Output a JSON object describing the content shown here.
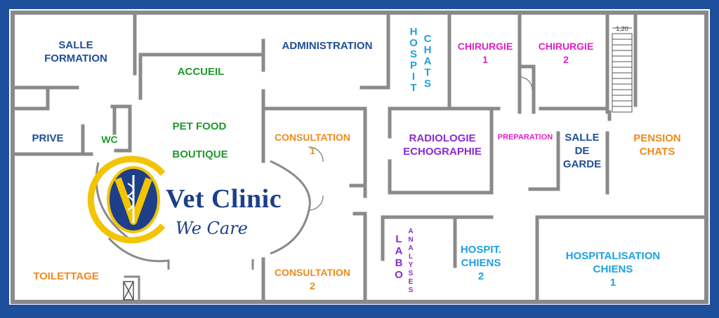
{
  "rooms": {
    "salle_formation": "SALLE\nFORMATION",
    "administration": "ADMINISTRATION",
    "hospit_chats_a": "H\nO\nS\nP\nI\nT",
    "hospit_chats_b": "C\nH\nA\nT\nS",
    "chirurgie_1": "CHIRURGIE\n1",
    "chirurgie_2": "CHIRURGIE\n2",
    "accueil": "ACCUEIL",
    "prive": "PRIVE",
    "wc": "WC",
    "pet_food": "PET FOOD",
    "boutique": "BOUTIQUE",
    "consultation_1": "CONSULTATION\n1",
    "radiologie": "RADIOLOGIE\nECHOGRAPHIE",
    "preparation": "PREPARATION",
    "salle_de_garde": "SALLE\nDE\nGARDE",
    "pension_chats": "PENSION\nCHATS",
    "toilettage": "TOILETTAGE",
    "consultation_2": "CONSULTATION\n2",
    "labo": "L\nA\nB\nO",
    "analyses": "A\nN\nA\nL\nY\nS\nE\nS",
    "hospit_chiens_2": "HOSPIT.\nCHIENS\n2",
    "hospitalisation_chiens_1": "HOSPITALISATION\nCHIENS\n1"
  },
  "stair_dimension": "1,20",
  "logo": {
    "title": "Vet Clinic",
    "tagline": "We Care",
    "emblem_letter": "V"
  },
  "colors": {
    "frame": "#1d4f9c",
    "wall": "#8a8a8a",
    "floor": "#ffffff"
  }
}
